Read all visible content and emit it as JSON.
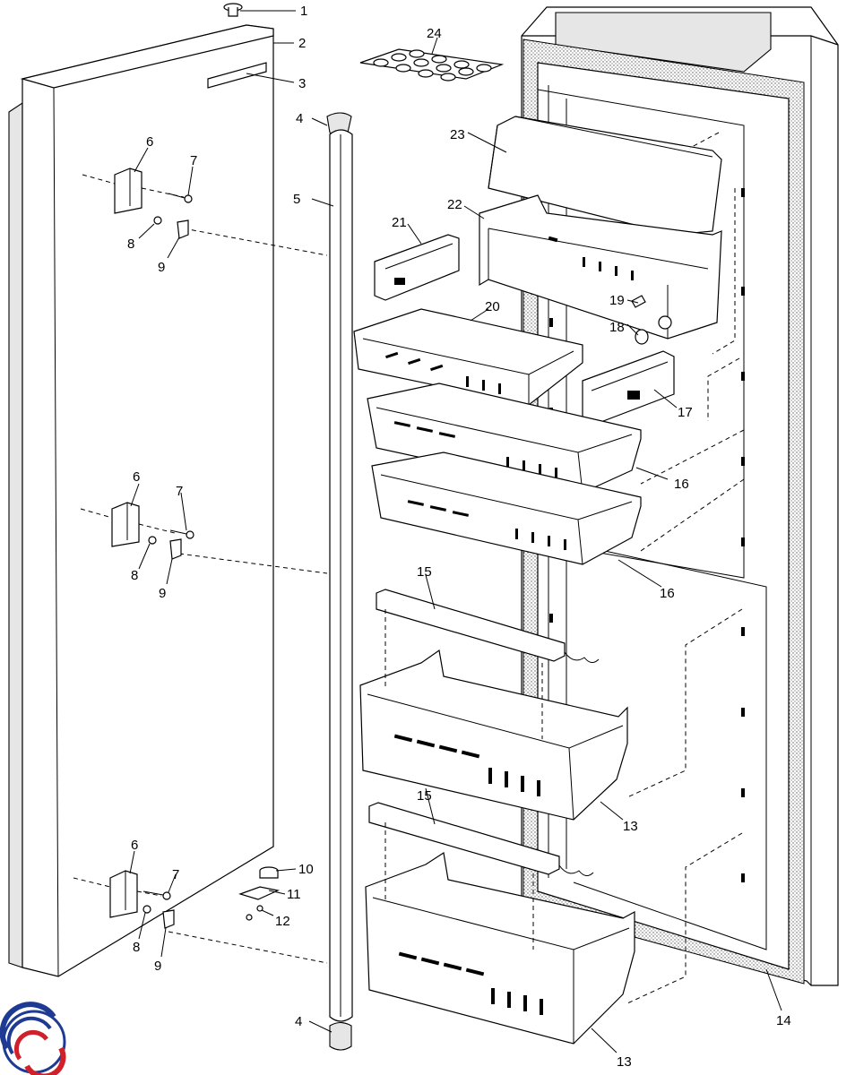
{
  "diagram": {
    "callouts": [
      "1",
      "2",
      "3",
      "4",
      "5",
      "6",
      "7",
      "8",
      "9",
      "10",
      "11",
      "12",
      "13",
      "14",
      "15",
      "16",
      "17",
      "18",
      "19",
      "20",
      "21",
      "22",
      "23",
      "24"
    ]
  },
  "logo": {
    "name": "brand-logo",
    "colors": [
      "#1f3a93",
      "#d0202a"
    ]
  }
}
